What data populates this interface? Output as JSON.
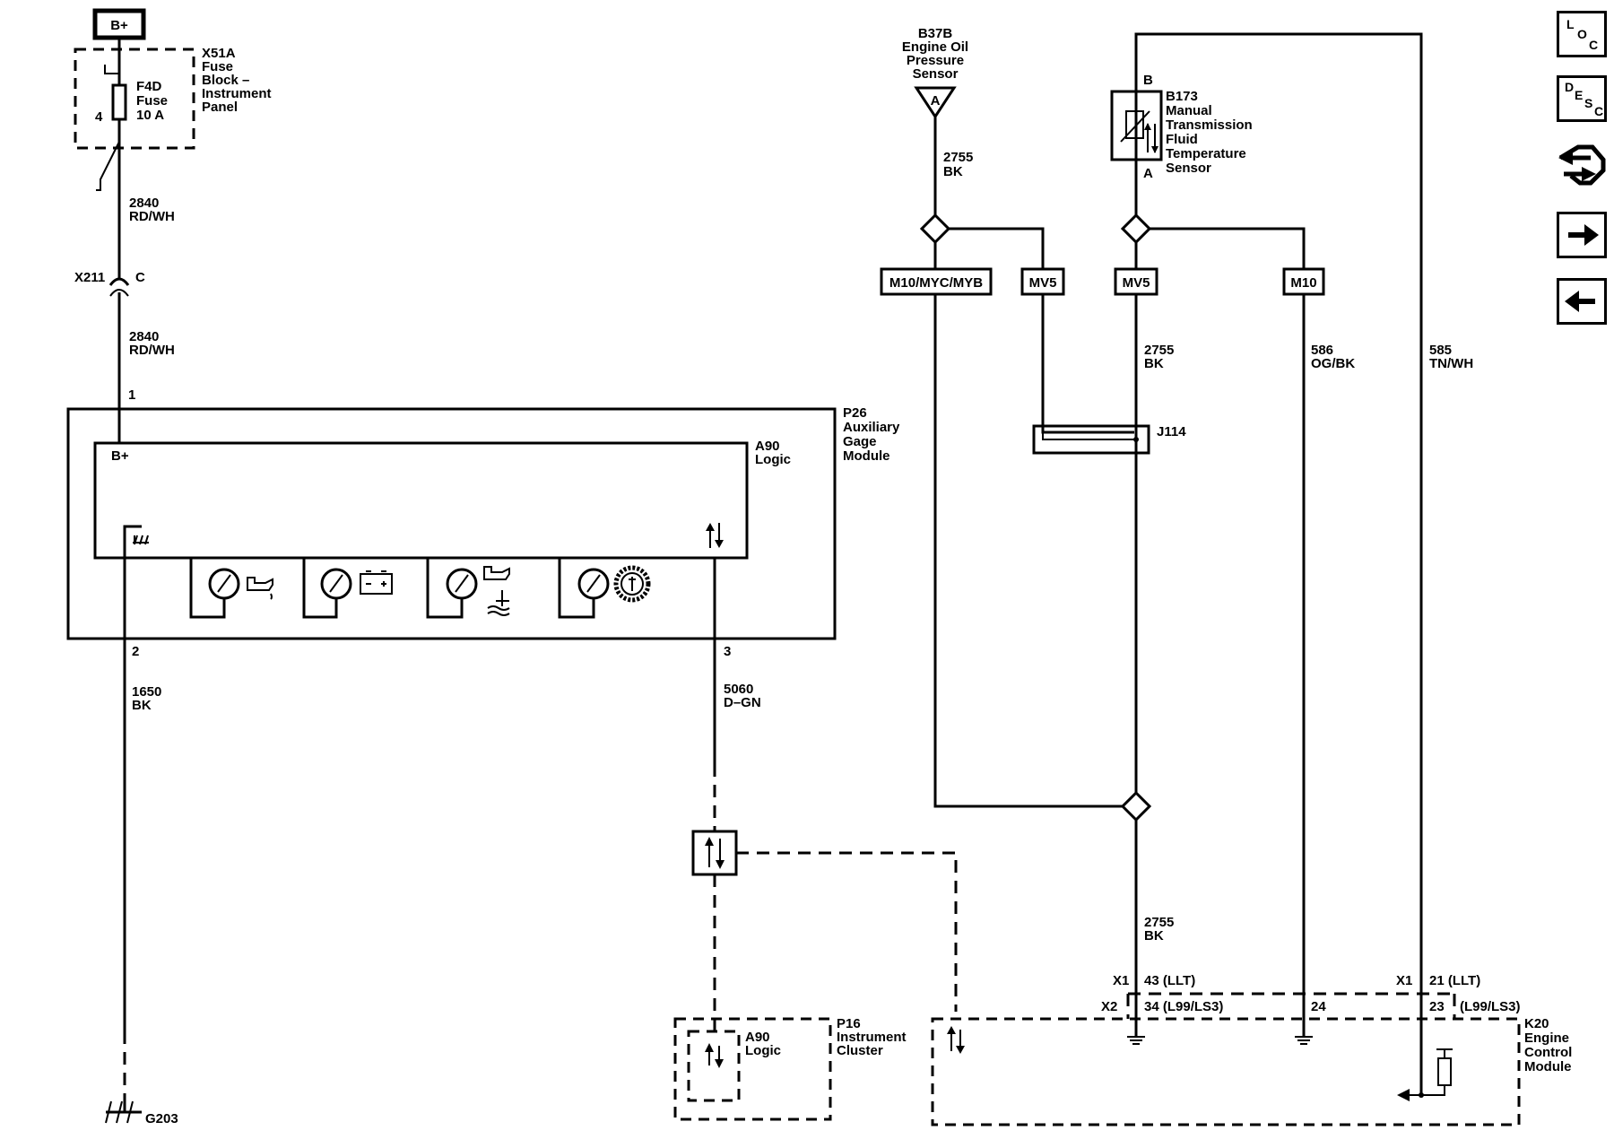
{
  "supply": {
    "label": "B+"
  },
  "fuse_block": {
    "id": "X51A",
    "name_lines": [
      "Fuse",
      "Block –",
      "Instrument",
      "Panel"
    ],
    "pin": "4"
  },
  "fuse": {
    "id": "F4D",
    "name": "Fuse",
    "rating": "10 A"
  },
  "wire_2840_top": {
    "circuit": "2840",
    "color": "RD/WH"
  },
  "connector_x211": {
    "id": "X211",
    "pin": "C"
  },
  "wire_2840_bottom": {
    "circuit": "2840",
    "color": "RD/WH"
  },
  "aux_gage_module": {
    "id": "P26",
    "name_lines": [
      "Auxiliary",
      "Gage",
      "Module"
    ],
    "pin_top": "1",
    "pin_ground": "2",
    "pin_data": "3",
    "logic_id": "A90",
    "logic_name": "Logic",
    "bplus_label": "B+"
  },
  "wire_1650": {
    "circuit": "1650",
    "color": "BK"
  },
  "wire_5060": {
    "circuit": "5060",
    "color": "D–GN"
  },
  "ground": {
    "id": "G203"
  },
  "instrument_cluster": {
    "id": "P16",
    "name_lines": [
      "Instrument",
      "Cluster"
    ],
    "logic_id": "A90",
    "logic_name": "Logic"
  },
  "oil_pressure_sensor": {
    "id": "B37B",
    "name_lines": [
      "Engine Oil",
      "Pressure",
      "Sensor"
    ],
    "pin": "A"
  },
  "wire_2755_top": {
    "circuit": "2755",
    "color": "BK"
  },
  "option_tags": [
    "M10/MYC/MYB",
    "MV5",
    "MV5",
    "M10"
  ],
  "trans_temp_sensor": {
    "id": "B173",
    "name_lines": [
      "Manual",
      "Transmission",
      "Fluid",
      "Temperature",
      "Sensor"
    ],
    "pin_top": "B",
    "pin_bottom": "A"
  },
  "wire_2755_mid": {
    "circuit": "2755",
    "color": "BK"
  },
  "wire_586": {
    "circuit": "586",
    "color": "OG/BK"
  },
  "wire_585": {
    "circuit": "585",
    "color": "TN/WH"
  },
  "splice_j114": {
    "id": "J114"
  },
  "wire_2755_bottom": {
    "circuit": "2755",
    "color": "BK"
  },
  "ecm": {
    "id": "K20",
    "name_lines": [
      "Engine",
      "Control",
      "Module"
    ],
    "conn_x1_left": "X1",
    "pin_43": "43 (LLT)",
    "conn_x2_left": "X2",
    "pin_34": "34 (L99/LS3)",
    "pin_24": "24",
    "conn_x1_right": "X1",
    "pin_21": "21 (LLT)",
    "pin_23": "23",
    "pin_23_opt": "(L99/LS3)"
  },
  "nav_buttons": [
    {
      "name": "loc",
      "letters": [
        "L",
        "O",
        "C"
      ]
    },
    {
      "name": "desc",
      "letters": [
        "D",
        "E",
        "S",
        "C"
      ]
    },
    {
      "name": "connector"
    },
    {
      "name": "next"
    },
    {
      "name": "previous"
    }
  ]
}
